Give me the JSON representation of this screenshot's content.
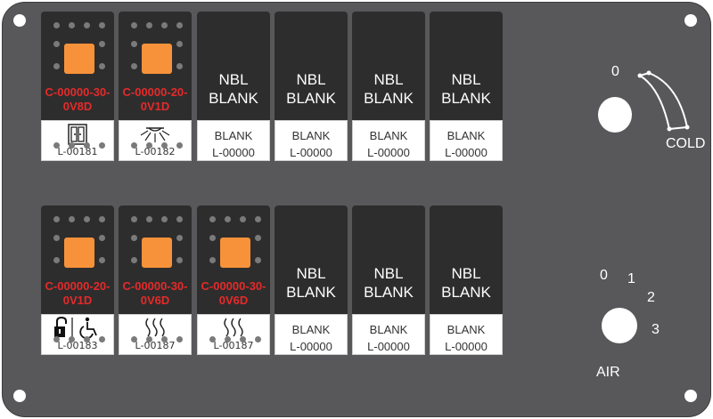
{
  "row1": [
    {
      "type": "switch",
      "code": "C-00000-30-\n0V8D",
      "label_code": "L-00181",
      "icon": "double-door-icon"
    },
    {
      "type": "switch",
      "code": "C-00000-20-\n0V1D",
      "label_code": "L-00182",
      "icon": "light-rays-icon"
    },
    {
      "type": "blank",
      "title": "NBL",
      "subtitle": "BLANK",
      "label_title": "BLANK",
      "label_code": "L-00000"
    },
    {
      "type": "blank",
      "title": "NBL",
      "subtitle": "BLANK",
      "label_title": "BLANK",
      "label_code": "L-00000"
    },
    {
      "type": "blank",
      "title": "NBL",
      "subtitle": "BLANK",
      "label_title": "BLANK",
      "label_code": "L-00000"
    },
    {
      "type": "blank",
      "title": "NBL",
      "subtitle": "BLANK",
      "label_title": "BLANK",
      "label_code": "L-00000"
    }
  ],
  "row2": [
    {
      "type": "switch",
      "code": "C-00000-20-\n0V1D",
      "label_code": "L-00183",
      "icon": "lock-wheelchair-icon"
    },
    {
      "type": "switch",
      "code": "C-00000-30-\n0V6D",
      "label_code": "L-00187",
      "icon": "heat-waves-icon"
    },
    {
      "type": "switch",
      "code": "C-00000-30-\n0V6D",
      "label_code": "L-00187",
      "icon": "heat-waves-icon"
    },
    {
      "type": "blank",
      "title": "NBL",
      "subtitle": "BLANK",
      "label_title": "BLANK",
      "label_code": "L-00000"
    },
    {
      "type": "blank",
      "title": "NBL",
      "subtitle": "BLANK",
      "label_title": "BLANK",
      "label_code": "L-00000"
    },
    {
      "type": "blank",
      "title": "NBL",
      "subtitle": "BLANK",
      "label_title": "BLANK",
      "label_code": "L-00000"
    }
  ],
  "temp_control": {
    "zero": "0",
    "cold": "COLD"
  },
  "air_control": {
    "p0": "0",
    "p1": "1",
    "p2": "2",
    "p3": "3",
    "label": "AIR"
  },
  "colors": {
    "panel": "#58585a",
    "slot": "#2e2d2d",
    "switch": "#f7923a",
    "code_text": "#e52a2a"
  }
}
